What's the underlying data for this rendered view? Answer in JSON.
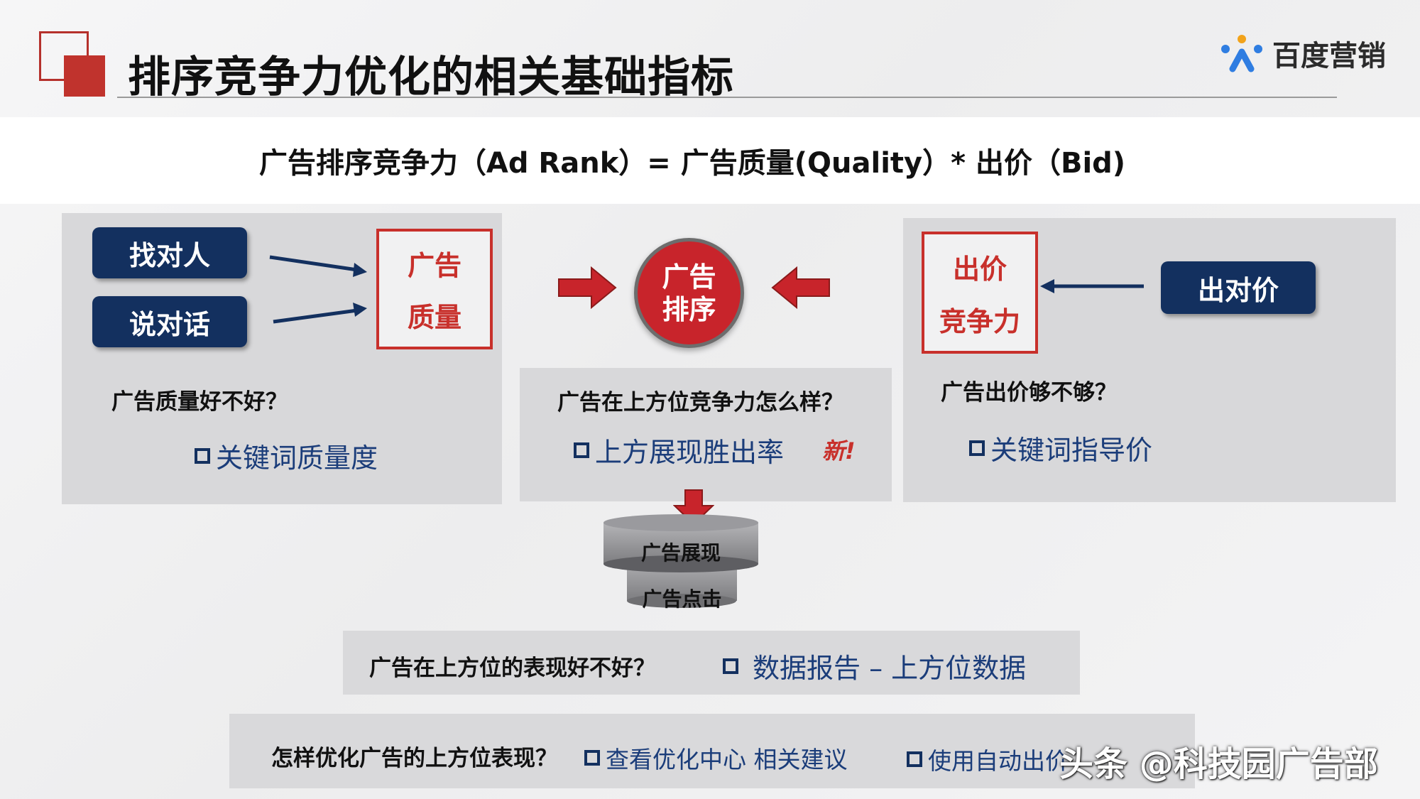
{
  "header": {
    "title": "排序竞争力优化的相关基础指标",
    "brand": "百度营销"
  },
  "formula": "广告排序竞争力（Ad Rank）= 广告质量(Quality）* 出价（Bid)",
  "left_panel": {
    "btn_find": "找对人",
    "btn_say": "说对话",
    "quality_line1": "广告",
    "quality_line2": "质量",
    "question": "广告质量好不好？",
    "item": "关键词质量度"
  },
  "center": {
    "circle_line1": "广告",
    "circle_line2": "排序",
    "question": "广告在上方位竞争力怎么样？",
    "item": "上方展现胜出率",
    "new_tag": "新!",
    "funnel_top": "广告展现",
    "funnel_bottom": "广告点击"
  },
  "right_panel": {
    "bid_line1": "出价",
    "bid_line2": "竞争力",
    "btn_bid": "出对价",
    "question": "广告出价够不够？",
    "item": "关键词指导价"
  },
  "band1": {
    "question": "广告在上方位的表现好不好？",
    "item": "数据报告 – 上方位数据"
  },
  "band2": {
    "question": "怎样优化广告的上方位表现？",
    "item1": "查看优化中心 相关建议",
    "item2": "使用自动出价"
  },
  "watermark": "头条 @科技园广告部",
  "colors": {
    "navy": "#13305f",
    "red": "#c8302b",
    "panel_gray": "#d8d8da"
  }
}
